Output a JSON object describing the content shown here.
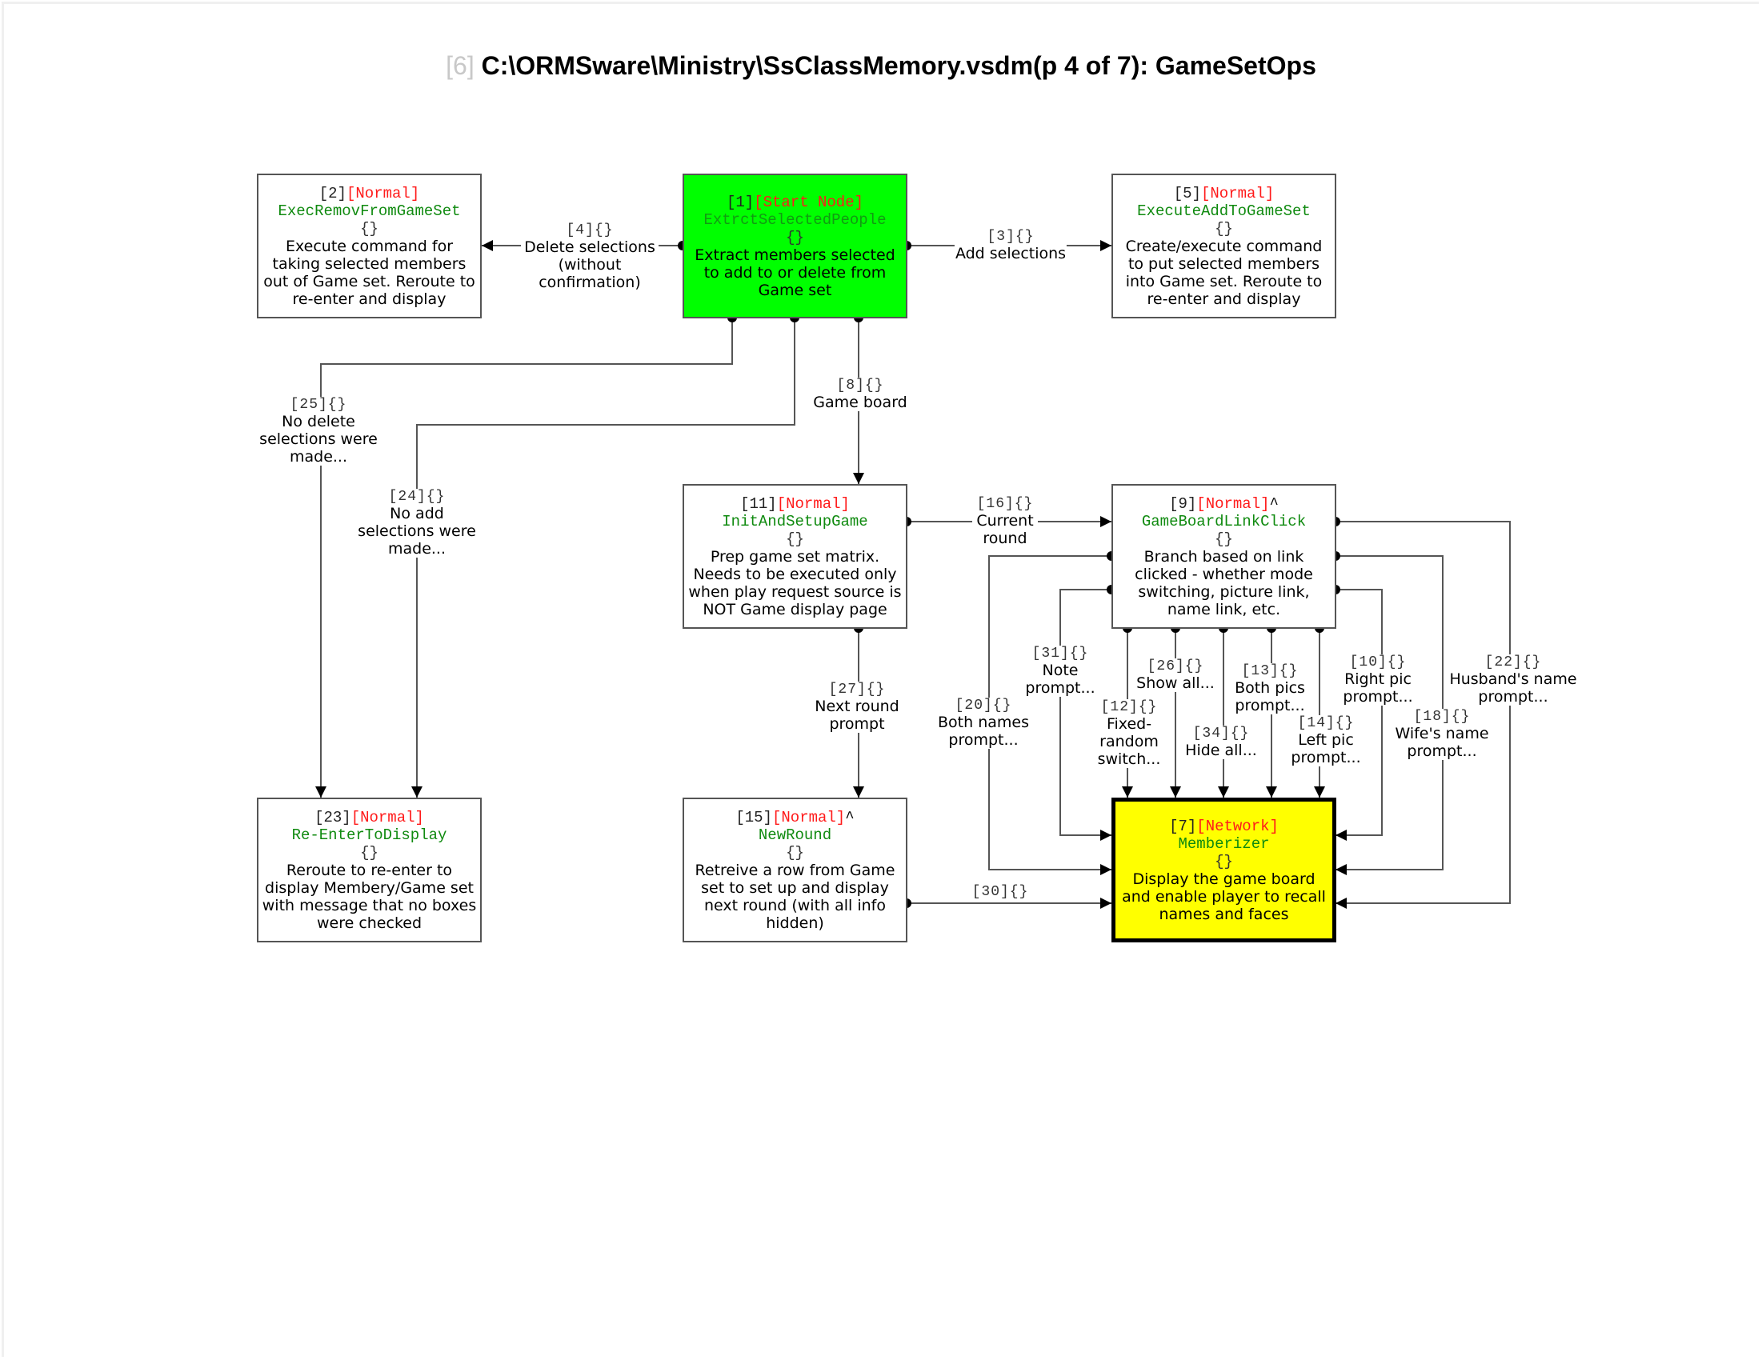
{
  "title": {
    "page_id": "[6]",
    "text": "C:\\ORMSware\\Ministry\\SsClassMemory.vsdm(p 4 of 7): GameSetOps"
  },
  "nodes": [
    {
      "key": "n2",
      "id": "[2]",
      "type": "[Normal]",
      "suffix": "",
      "fn": "ExecRemovFromGameSet",
      "braces": "{}",
      "desc": "Execute command for taking selected members out of Game set. Reroute to re-enter and display",
      "style": "normal"
    },
    {
      "key": "n1",
      "id": "[1]",
      "type": "[Start Node]",
      "suffix": "",
      "fn": "ExtrctSelectedPeople",
      "braces": "{}",
      "desc": "Extract members selected to add to or delete from Game set",
      "style": "start"
    },
    {
      "key": "n5",
      "id": "[5]",
      "type": "[Normal]",
      "suffix": "",
      "fn": "ExecuteAddToGameSet",
      "braces": "{}",
      "desc": "Create/execute command to put selected members into Game set. Reroute to re-enter and display",
      "style": "normal"
    },
    {
      "key": "n11",
      "id": "[11]",
      "type": "[Normal]",
      "suffix": "",
      "fn": "InitAndSetupGame",
      "braces": "{}",
      "desc": "Prep game set matrix. Needs to be executed only when play request source is NOT Game display page",
      "style": "normal"
    },
    {
      "key": "n9",
      "id": "[9]",
      "type": "[Normal]",
      "suffix": "^",
      "fn": "GameBoardLinkClick",
      "braces": "{}",
      "desc": "Branch based on link clicked - whether mode switching, picture link, name link, etc.",
      "style": "normal"
    },
    {
      "key": "n23",
      "id": "[23]",
      "type": "[Normal]",
      "suffix": "",
      "fn": "Re-EnterToDisplay",
      "braces": "{}",
      "desc": "Reroute to re-enter to display Membery/Game set with message that no boxes were checked",
      "style": "normal"
    },
    {
      "key": "n15",
      "id": "[15]",
      "type": "[Normal]",
      "suffix": "^",
      "fn": "NewRound",
      "braces": "{}",
      "desc": "Retreive a row from Game set to set up and display next round (with all info hidden)",
      "style": "normal"
    },
    {
      "key": "n7",
      "id": "[7]",
      "type": "[Network]",
      "suffix": "",
      "fn": "Memberizer",
      "braces": "{}",
      "desc": "Display the game board and enable player to recall names and faces",
      "style": "network"
    }
  ],
  "edges": [
    {
      "key": "e4",
      "id": "[4]{}",
      "text": "Delete selections (without confirmation)",
      "from": "[1]",
      "to": "[2]"
    },
    {
      "key": "e3",
      "id": "[3]{}",
      "text": "Add selections",
      "from": "[1]",
      "to": "[5]"
    },
    {
      "key": "e8",
      "id": "[8]{}",
      "text": "Game board",
      "from": "[1]",
      "to": "[11]"
    },
    {
      "key": "e25",
      "id": "[25]{}",
      "text": "No delete selections were made...",
      "from": "[1]",
      "to": "[23]"
    },
    {
      "key": "e24",
      "id": "[24]{}",
      "text": "No add selections were made...",
      "from": "[1]",
      "to": "[23]"
    },
    {
      "key": "e16",
      "id": "[16]{}",
      "text": "Current round",
      "from": "[11]",
      "to": "[9]"
    },
    {
      "key": "e27",
      "id": "[27]{}",
      "text": "Next round prompt",
      "from": "[11]",
      "to": "[15]"
    },
    {
      "key": "e30",
      "id": "[30]{}",
      "text": "",
      "from": "[15]",
      "to": "[7]"
    },
    {
      "key": "e20",
      "id": "[20]{}",
      "text": "Both names prompt...",
      "from": "[9]",
      "to": "[7]"
    },
    {
      "key": "e31",
      "id": "[31]{}",
      "text": "Note prompt...",
      "from": "[9]",
      "to": "[7]"
    },
    {
      "key": "e12",
      "id": "[12]{}",
      "text": "Fixed-random switch...",
      "from": "[9]",
      "to": "[7]"
    },
    {
      "key": "e26",
      "id": "[26]{}",
      "text": "Show all...",
      "from": "[9]",
      "to": "[7]"
    },
    {
      "key": "e34",
      "id": "[34]{}",
      "text": "Hide all...",
      "from": "[9]",
      "to": "[7]"
    },
    {
      "key": "e13",
      "id": "[13]{}",
      "text": "Both pics prompt...",
      "from": "[9]",
      "to": "[7]"
    },
    {
      "key": "e14",
      "id": "[14]{}",
      "text": "Left pic prompt...",
      "from": "[9]",
      "to": "[7]"
    },
    {
      "key": "e10",
      "id": "[10]{}",
      "text": "Right pic prompt...",
      "from": "[9]",
      "to": "[7]"
    },
    {
      "key": "e18",
      "id": "[18]{}",
      "text": "Wife's name prompt...",
      "from": "[9]",
      "to": "[7]"
    },
    {
      "key": "e22",
      "id": "[22]{}",
      "text": "Husband's name prompt...",
      "from": "[9]",
      "to": "[7]"
    }
  ],
  "colors": {
    "start_fill": "#00ff00",
    "network_fill": "#ffff00",
    "node_type_text": "#ff1a1a",
    "function_name_text": "#0f8a0f"
  }
}
